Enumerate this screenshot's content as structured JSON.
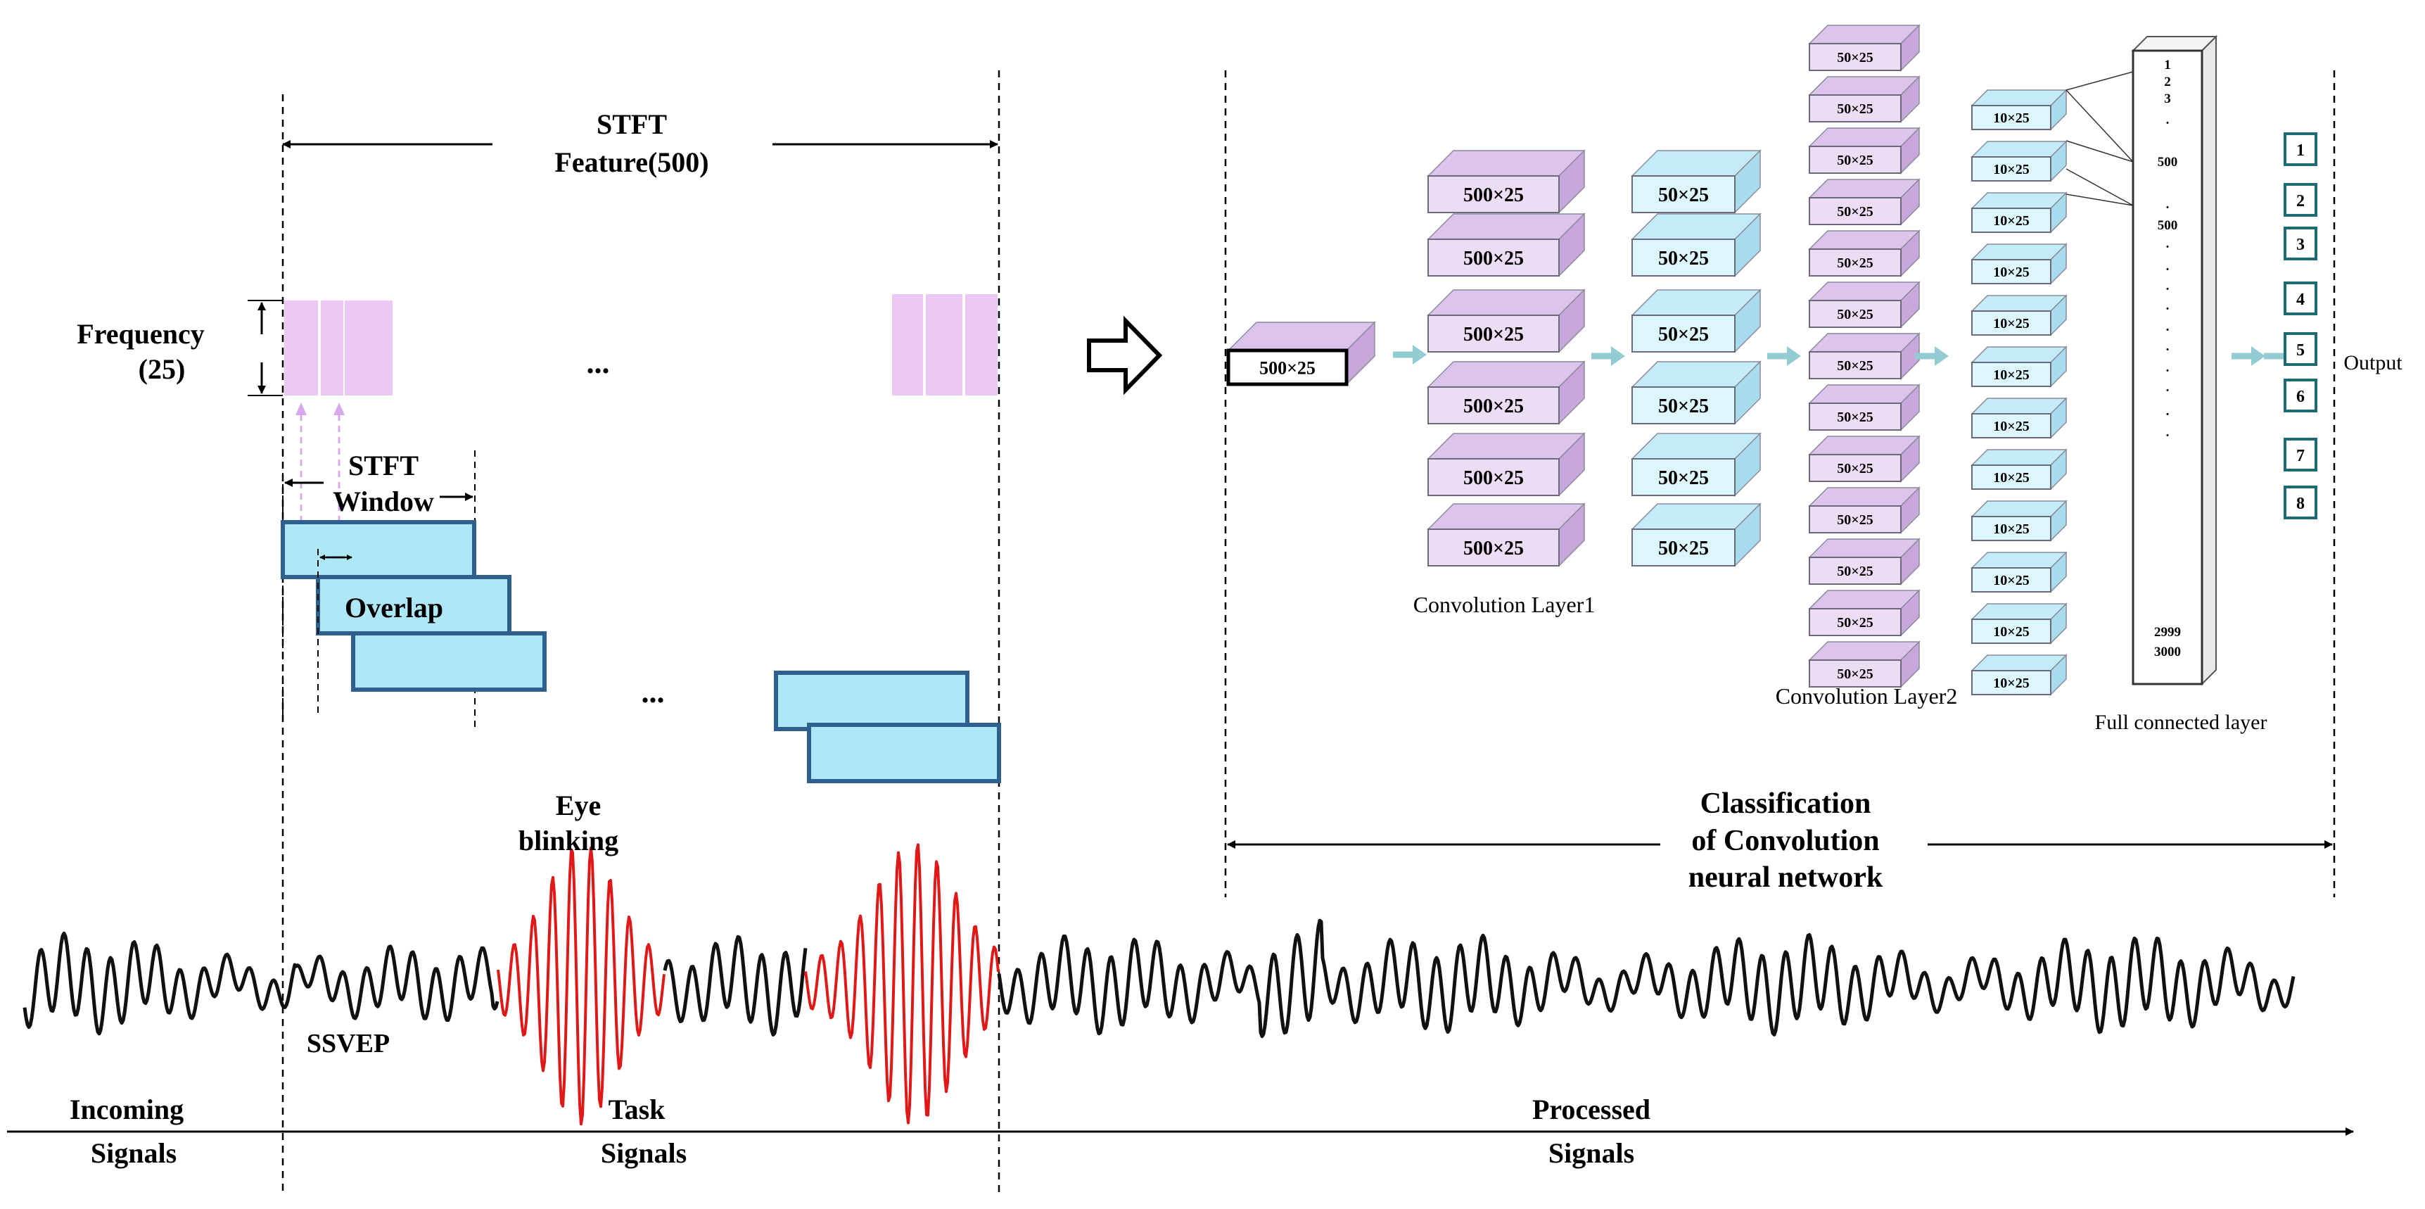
{
  "labels": {
    "stft_feature_line1": "STFT",
    "stft_feature_line2": "Feature(500)",
    "frequency_line1": "Frequency",
    "frequency_line2": "(25)",
    "ellipsis_top": "...",
    "ellipsis_mid": "...",
    "stft_window_line1": "STFT",
    "stft_window_line2": "Window",
    "overlap": "Overlap",
    "eye_blinking_line1": "Eye",
    "eye_blinking_line2": "blinking",
    "ssvep": "SSVEP",
    "incoming_line1": "Incoming",
    "incoming_line2": "Signals",
    "task_line1": "Task",
    "task_line2": "Signals",
    "processed_line1": "Processed",
    "processed_line2": "Signals",
    "classification_line1": "Classification",
    "classification_line2": "of Convolution",
    "classification_line3": "neural network",
    "conv_layer1": "Convolution Layer1",
    "conv_layer2": "Convolution Layer2",
    "fc_layer": "Full connected layer",
    "output": "Output"
  },
  "input_block": {
    "label": "500×25"
  },
  "layer1_blocks": [
    "500×25",
    "500×25",
    "500×25",
    "500×25",
    "500×25",
    "500×25"
  ],
  "pool1_blocks": [
    "50×25",
    "50×25",
    "50×25",
    "50×25",
    "50×25",
    "50×25"
  ],
  "layer2_blocks": [
    "50×25",
    "50×25",
    "50×25",
    "50×25",
    "50×25",
    "50×25",
    "50×25",
    "50×25",
    "50×25",
    "50×25",
    "50×25",
    "50×25",
    "50×25"
  ],
  "pool2_blocks": [
    "10×25",
    "10×25",
    "10×25",
    "10×25",
    "10×25",
    "10×25",
    "10×25",
    "10×25",
    "10×25",
    "10×25",
    "10×25",
    "10×25"
  ],
  "fc_entries": [
    "1",
    "2",
    "3",
    ".",
    "500",
    ".",
    "500",
    ".",
    ".",
    ".",
    ".",
    ".",
    ".",
    ".",
    ".",
    ".",
    ".",
    "2999",
    "3000"
  ],
  "output_nodes": [
    "1",
    "2",
    "3",
    "4",
    "5",
    "6",
    "7",
    "8"
  ],
  "colors": {
    "purple_face": "#ecdcf4",
    "purple_top": "#dcc4ec",
    "purple_side": "#c8a8dc",
    "cyan_face": "#ddf6fc",
    "cyan_top": "#c4ecf8",
    "cyan_side": "#a8dcec",
    "pink": "#ecc8f4",
    "light_blue": "#aee8f6",
    "window_stroke": "#2f5f8f",
    "arrow_teal": "#93cbd3",
    "output_stroke": "#1e6a72",
    "signal_black": "#111111",
    "signal_red": "#e01818"
  }
}
